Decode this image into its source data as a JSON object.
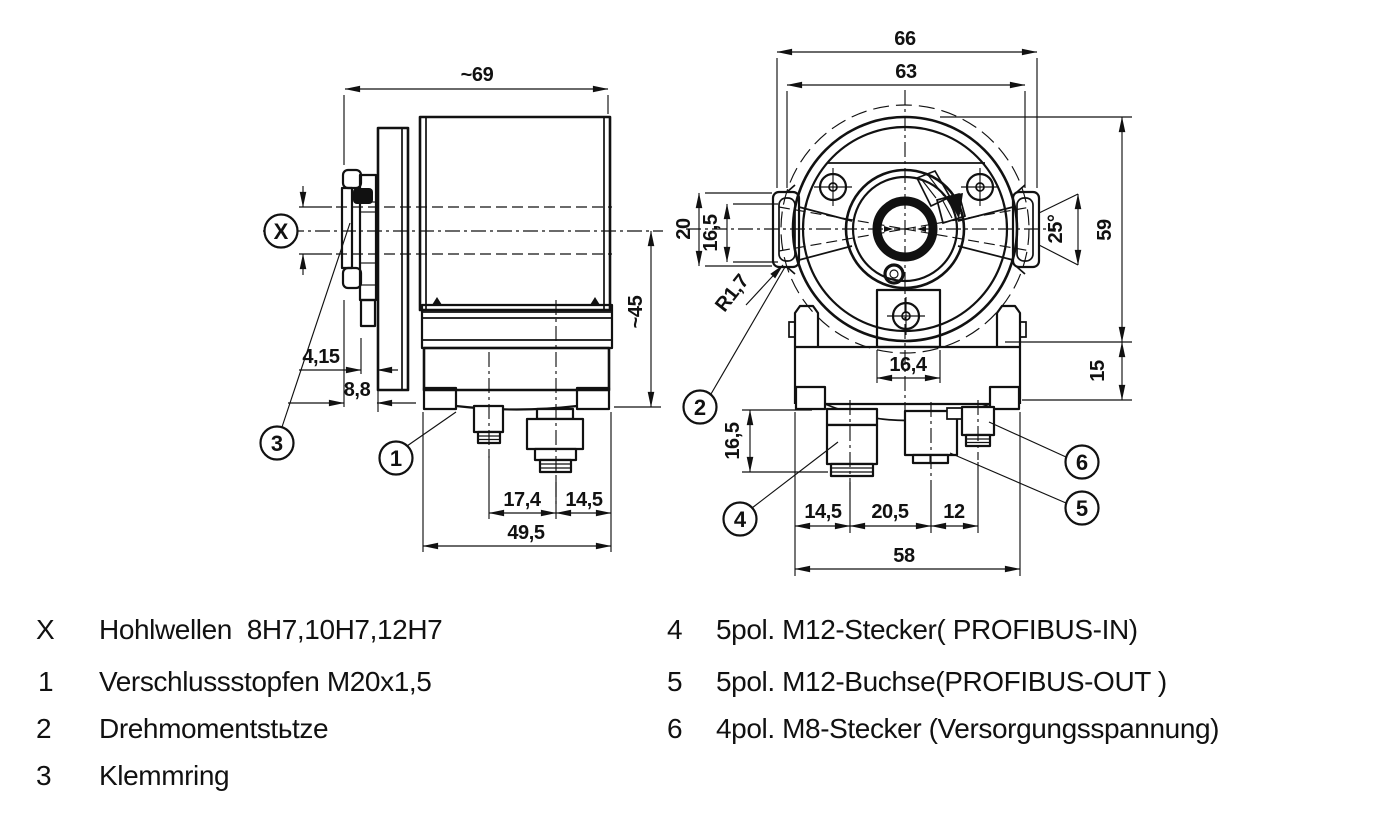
{
  "side": {
    "dim69": "~69",
    "dim45": "~45",
    "dim415": "4,15",
    "dim88": "8,8",
    "dim174": "17,4",
    "dim145": "14,5",
    "dim495": "49,5",
    "bore": "X",
    "c1": "1",
    "c3": "3"
  },
  "front": {
    "dim66": "66",
    "dim63": "63",
    "dim20": "20",
    "dim165": "16,5",
    "dim25": "25°",
    "dim59": "59",
    "dim15": "15",
    "dimR": "R1,7",
    "dim164": "16,4",
    "dim165b": "16,5",
    "dim145": "14,5",
    "dim205": "20,5",
    "dim12": "12",
    "dim58": "58",
    "c2": "2",
    "c4": "4",
    "c5": "5",
    "c6": "6"
  },
  "legend": {
    "left": [
      {
        "key": "X",
        "text": "Hohlwellen  8H7,10H7,12H7"
      },
      {
        "key": "1",
        "text": "Verschlussstopfen M20x1,5"
      },
      {
        "key": "2",
        "text": "Drehmomentstьtze"
      },
      {
        "key": "3",
        "text": "Klemmring"
      }
    ],
    "right": [
      {
        "key": "4",
        "text": "5pol. M12-Stecker( PROFIBUS-IN)"
      },
      {
        "key": "5",
        "text": "5pol. M12-Buchse(PROFIBUS-OUT )"
      },
      {
        "key": "6",
        "text": "4pol. M8-Stecker (Versorgungsspannung)"
      }
    ]
  },
  "colors": {
    "ink": "#111111",
    "background": "#ffffff"
  }
}
